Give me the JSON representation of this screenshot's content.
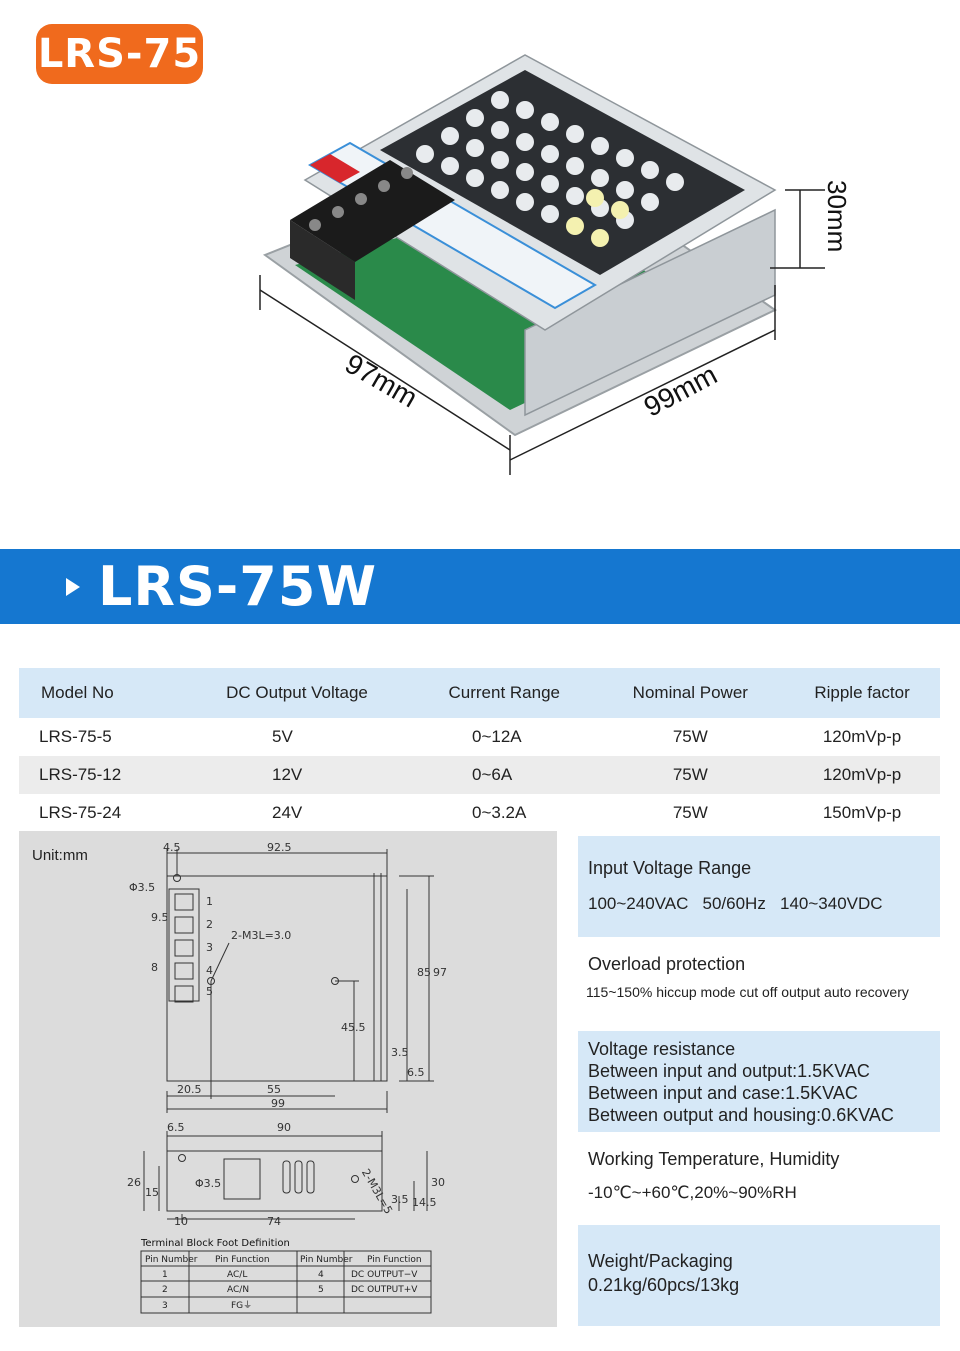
{
  "badge": "LRS-75",
  "dimensions": {
    "height": "30mm",
    "depth": "97mm",
    "width": "99mm"
  },
  "banner_title": "LRS-75W",
  "table": {
    "headers": [
      "Model No",
      "DC Output Voltage",
      "Current Range",
      "Nominal Power",
      "Ripple factor"
    ],
    "rows": [
      [
        "LRS-75-5",
        "5V",
        "0~12A",
        "75W",
        "120mVp-p"
      ],
      [
        "LRS-75-12",
        "12V",
        "0~6A",
        "75W",
        "120mVp-p"
      ],
      [
        "LRS-75-24",
        "24V",
        "0~3.2A",
        "75W",
        "150mVp-p"
      ]
    ]
  },
  "drawing": {
    "unit": "Unit:mm",
    "dims": {
      "d4_5": "4.5",
      "d92_5": "92.5",
      "phi3_5": "Φ3.5",
      "d9_5": "9.5",
      "d8": "8",
      "screw": "2-M3L=3.0",
      "d85": "85",
      "d97": "97",
      "d45_5": "45.5",
      "d3_5": "3.5",
      "d6_5": "6.5",
      "d20_5": "20.5",
      "d55": "55",
      "d99": "99",
      "d6_5b": "6.5",
      "d90": "90",
      "d26": "26",
      "d15": "15",
      "phi3_5b": "Φ3.5",
      "screw2": "2-M3L=5",
      "d3_5b": "3.5",
      "d14_5": "14.5",
      "d30": "30",
      "d10": "10",
      "d74": "74",
      "pin1": "1",
      "pin2": "2",
      "pin3": "3",
      "pin4": "4",
      "pin5": "5"
    },
    "terminal_title": "Terminal Block Foot Definition",
    "terminal_headers": [
      "Pin Number",
      "Pin Function",
      "Pin Number",
      "Pin Function"
    ],
    "terminal_rows": [
      [
        "1",
        "AC/L",
        "4",
        "DC OUTPUT−V"
      ],
      [
        "2",
        "AC/N",
        "5",
        "DC OUTPUT+V"
      ],
      [
        "3",
        "FG⏚",
        "",
        ""
      ]
    ]
  },
  "info": {
    "input_title": "Input Voltage Range",
    "input_value": "100~240VAC   50/60Hz   140~340VDC",
    "overload_title": "Overload protection",
    "overload_value": "115~150% hiccup mode cut off output auto recovery",
    "voltage_title": "Voltage resistance",
    "voltage_lines": [
      "Between input and output:1.5KVAC",
      "Between input and case:1.5KVAC",
      "Between output and housing:0.6KVAC"
    ],
    "temp_title": "Working Temperature, Humidity",
    "temp_value": "-10℃~+60℃,20%~90%RH",
    "weight_title": "Weight/Packaging",
    "weight_value": "0.21kg/60pcs/13kg"
  },
  "colors": {
    "badge": "#f06a1d",
    "banner": "#1577d0",
    "header_bg": "#d6e8f7",
    "alt_row": "#ececec",
    "drawing_bg": "#dcdcdc"
  }
}
